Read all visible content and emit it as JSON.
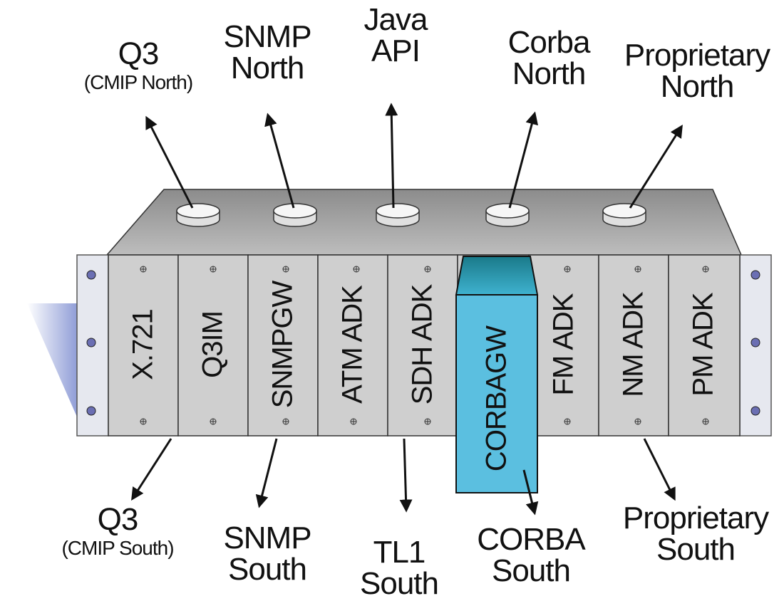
{
  "north": {
    "q3": {
      "title": "Q3",
      "sub": "(CMIP North)"
    },
    "snmp": {
      "line1": "SNMP",
      "line2": "North"
    },
    "java": {
      "line1": "Java",
      "line2": "API"
    },
    "corba": {
      "line1": "Corba",
      "line2": "North"
    },
    "proprietary": {
      "line1": "Proprietary",
      "line2": "North"
    }
  },
  "south": {
    "q3": {
      "title": "Q3",
      "sub": "(CMIP South)"
    },
    "snmp": {
      "line1": "SNMP",
      "line2": "South"
    },
    "tl1": {
      "line1": "TL1",
      "line2": "South"
    },
    "corba": {
      "line1": "CORBA",
      "line2": "South"
    },
    "proprietary": {
      "line1": "Proprietary",
      "line2": "South"
    }
  },
  "cards": [
    "X.721",
    "Q3IM",
    "SNMPGW",
    "ATM  ADK",
    "SDH  ADK",
    "CORBAGW",
    "FM  ADK",
    "NM  ADK",
    "PM  ADK"
  ],
  "colors": {
    "card": "#cfcfcf",
    "chassis_top": "#a6a6a6",
    "corba_card": "#5bbfe0",
    "ear": "#e6e8ef",
    "screw": "#6b6fb3"
  }
}
